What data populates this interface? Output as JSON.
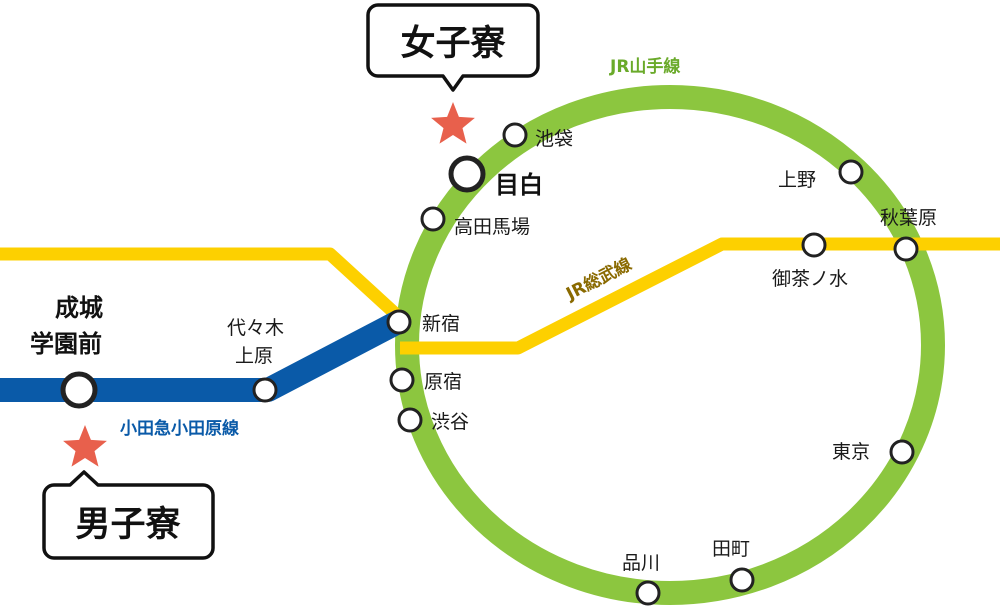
{
  "callouts": {
    "womens_dorm": "女子寮",
    "mens_dorm": "男子寮"
  },
  "lines": {
    "yamanote": {
      "name": "JR山手線",
      "color": "#8cc63f"
    },
    "sobu": {
      "name": "JR総武線",
      "color": "#fdd000"
    },
    "odakyu": {
      "name": "小田急小田原線",
      "color": "#0a5aa8"
    }
  },
  "stations": {
    "ikebukuro": "池袋",
    "mejiro": "目白",
    "takadanobaba": "高田馬場",
    "shinjuku": "新宿",
    "harajuku": "原宿",
    "shibuya": "渋谷",
    "ueno": "上野",
    "akihabara": "秋葉原",
    "ochanomizu": "御茶ノ水",
    "tokyo": "東京",
    "tamachi": "田町",
    "shinagawa": "品川",
    "seijogakuenmae_line1": "成城",
    "seijogakuenmae_line2": "学園前",
    "yoyogiuehara_line1": "代々木",
    "yoyogiuehara_line2": "上原"
  },
  "colors": {
    "star": "#e8604c",
    "station_fill": "#ffffff",
    "station_stroke": "#222222",
    "label_odakyu": "#0a5aa8",
    "label_yamanote": "#6aaa2a",
    "label_sobu": "#8a6a00"
  }
}
